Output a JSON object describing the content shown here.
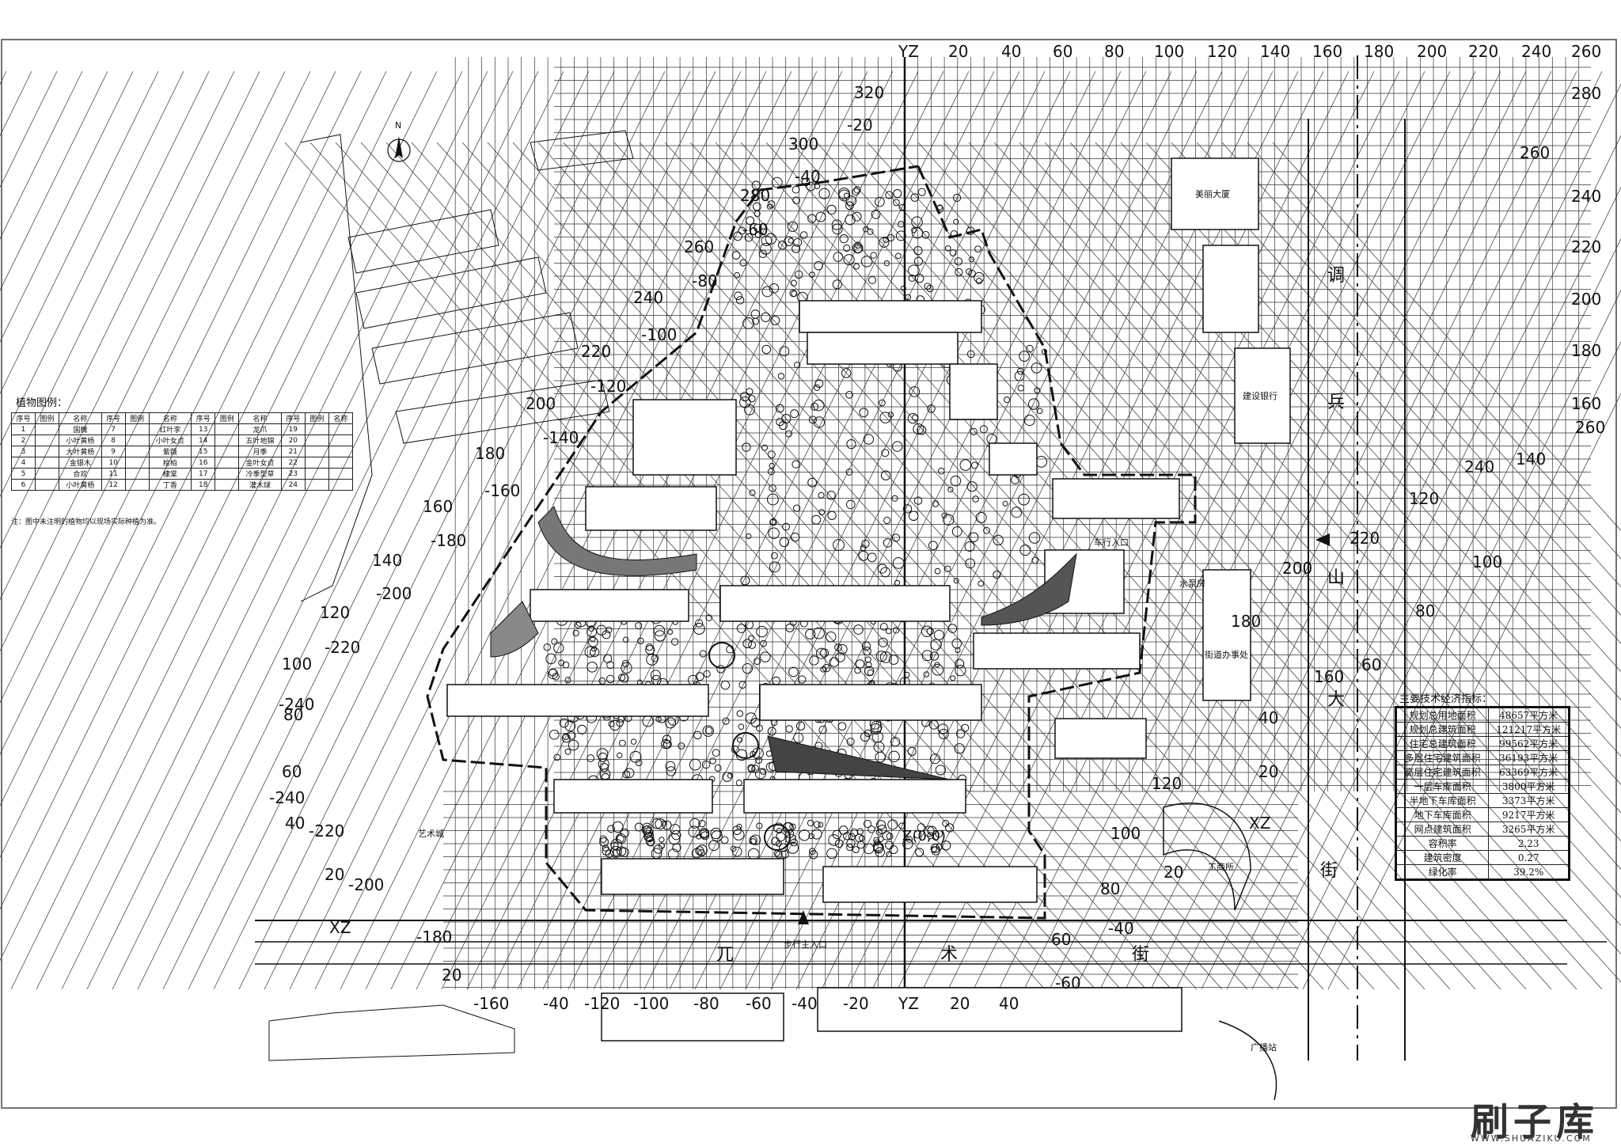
{
  "grid_top_labels": [
    "YZ",
    "20",
    "40",
    "60",
    "80",
    "100",
    "120",
    "140",
    "160",
    "180",
    "200",
    "220",
    "240",
    "260"
  ],
  "grid_right_labels": [
    "280",
    "260",
    "240",
    "220",
    "200",
    "180",
    "160"
  ],
  "grid_bottom_labels": [
    "-160",
    "-40",
    "-120",
    "-100",
    "-80",
    "-60",
    "-40",
    "-20",
    "YZ",
    "20",
    "40"
  ],
  "diagonal_upper_left": [
    "320",
    "300",
    "280",
    "260",
    "240",
    "220",
    "200",
    "180",
    "160",
    "140",
    "120",
    "100",
    "80",
    "60",
    "40",
    "20",
    "20"
  ],
  "diagonal_upper_left_neg": [
    "-20",
    "-40",
    "-60",
    "-80",
    "-100",
    "-120",
    "-140",
    "-160",
    "-180",
    "-200",
    "-220",
    "-240",
    "-240",
    "-220",
    "-200",
    "-180"
  ],
  "diagonal_right": [
    "260",
    "140",
    "240",
    "120",
    "220",
    "100",
    "200",
    "80",
    "180",
    "60",
    "160",
    "40",
    "20"
  ],
  "diagonal_lower": [
    "100",
    "120",
    "80",
    "60",
    "-40",
    "-60",
    "20"
  ],
  "origin_label": "Z(0,0)",
  "xz_labels": [
    "XZ",
    "XZ"
  ],
  "streets": {
    "main_road_chars": [
      "兀",
      "术",
      "街"
    ],
    "east_road_chars": [
      "调",
      "兵",
      "山",
      "大",
      "街"
    ]
  },
  "building_labels": {
    "north": "美丽大厦",
    "bank": "建设银行",
    "office": "街道办事处",
    "pump": "水泵房",
    "market": "工商所",
    "square": "广播站",
    "arts": "艺术城",
    "entry": "步行主入口",
    "vehicle_entry": "车行入口"
  },
  "north_arrow": "N",
  "legend": {
    "title": "植物图例：",
    "note": "注：图中未注明的植物均以现场实际种植为准。",
    "header": [
      "序号",
      "图例",
      "名称",
      "序号",
      "图例",
      "名称",
      "序号",
      "图例",
      "名称",
      "序号",
      "图例",
      "名称"
    ],
    "rows": [
      [
        "1",
        "",
        "国槐",
        "7",
        "",
        "红叶李",
        "13",
        "",
        "龙爪",
        "19",
        "",
        ""
      ],
      [
        "2",
        "",
        "小叶黄杨",
        "8",
        "",
        "小叶女贞",
        "14",
        "",
        "五叶地锦",
        "20",
        "",
        ""
      ],
      [
        "3",
        "",
        "大叶黄杨",
        "9",
        "",
        "紫薇",
        "15",
        "",
        "月季",
        "21",
        "",
        ""
      ],
      [
        "4",
        "",
        "金银木",
        "10",
        "",
        "桧柏",
        "16",
        "",
        "金叶女贞",
        "22",
        "",
        ""
      ],
      [
        "5",
        "",
        "合欢",
        "11",
        "",
        "棣棠",
        "17",
        "",
        "冷季型草",
        "23",
        "",
        ""
      ],
      [
        "6",
        "",
        "小叶黄杨",
        "12",
        "",
        "丁香",
        "18",
        "",
        "灌木球",
        "24",
        "",
        ""
      ]
    ]
  },
  "tech": {
    "title": "主要技术经济指标：",
    "rows": [
      [
        "规划总用地面积",
        "48657平方米"
      ],
      [
        "规划总建筑面积",
        "121217平方米"
      ],
      [
        "住宅总建筑面积",
        "99562平方米"
      ],
      [
        "多层住宅建筑面积",
        "36193平方米"
      ],
      [
        "高层住宅建筑面积",
        "63369平方米"
      ],
      [
        "一层车库面积",
        "3800平方米"
      ],
      [
        "半地下车库面积",
        "3373平方米"
      ],
      [
        "地下车库面积",
        "9217平方米"
      ],
      [
        "网点建筑面积",
        "3265平方米"
      ],
      [
        "容积率",
        "2.23"
      ],
      [
        "建筑密度",
        "0.27"
      ],
      [
        "绿化率",
        "39.2%"
      ]
    ]
  },
  "watermark": {
    "brand": "刷子库",
    "url": "WWW.SHUAZIKU.COM"
  }
}
